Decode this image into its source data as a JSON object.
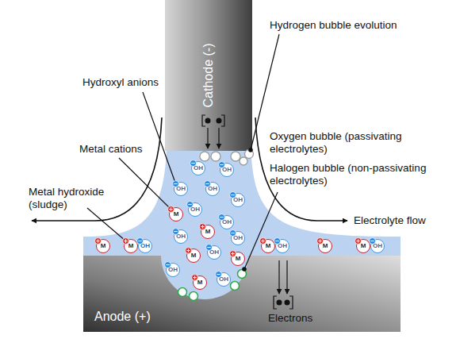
{
  "diagram": {
    "nodes": [
      {
        "text": [
          "Cathode (-)"
        ]
      },
      {
        "text": [
          "OH"
        ]
      },
      {
        "text": [
          "OH"
        ]
      },
      {
        "text": [
          "OH"
        ]
      },
      {
        "text": [
          "OH"
        ]
      },
      {
        "text": [
          "OH"
        ]
      },
      {
        "text": [
          "OH"
        ]
      },
      {
        "text": [
          "M"
        ]
      },
      {
        "text": [
          "OH"
        ]
      },
      {
        "text": [
          "M"
        ]
      },
      {
        "text": [
          "OH"
        ]
      },
      {
        "text": [
          "OH"
        ]
      },
      {
        "text": [
          "M"
        ]
      },
      {
        "text": [
          "M"
        ]
      },
      {
        "text": [
          "OH"
        ]
      },
      {
        "text": [
          "OH"
        ]
      },
      {
        "text": [
          "M"
        ]
      },
      {
        "text": [
          "M"
        ]
      },
      {
        "text": [
          "M"
        ]
      },
      {
        "text": [
          "OH"
        ]
      },
      {
        "text": [
          "M"
        ]
      },
      {
        "text": [
          "M"
        ]
      },
      {
        "text": [
          "OH"
        ]
      },
      {
        "text": [
          "OH"
        ]
      },
      {
        "text": [
          "OH"
        ]
      },
      {
        "text": [
          "M"
        ]
      },
      {
        "text": [
          "Anode (+)"
        ]
      }
    ],
    "labels": [
      "Hydrogen bubble evolution",
      "Hydroxyl anions",
      "Oxygen bubble (passivating electrolytes)",
      "Metal cations",
      "Halogen bubble (non-passivating electrolytes)",
      "Metal hydroxide (sludge)",
      "Electrolyte flow",
      "Electrons"
    ]
  }
}
